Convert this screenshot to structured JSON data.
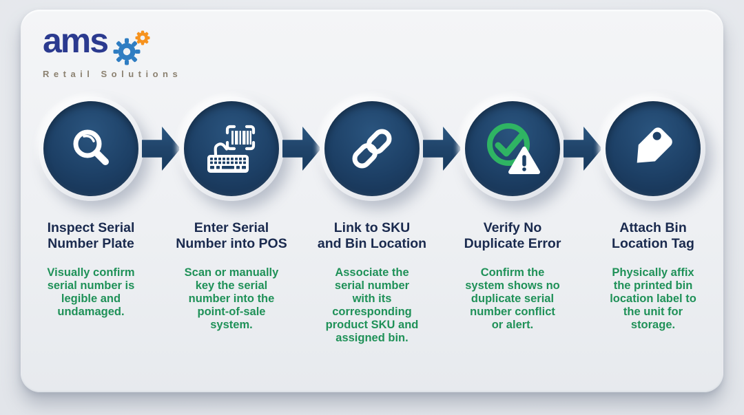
{
  "logo": {
    "text": "ams",
    "subtitle": "Retail Solutions"
  },
  "colors": {
    "navy_disc": "#1d4066",
    "navy_deep": "#152f4e",
    "title_navy": "#1a2a4e",
    "desc_green": "#1f9158",
    "check_green": "#2fb463",
    "arrow_navy": "#21456b",
    "logo_blue": "#2b3a8f",
    "gear_blue": "#2f7dc2",
    "gear_orange": "#f6921e",
    "subtitle_gray": "#8b8170"
  },
  "steps": [
    {
      "icon": "magnifier-icon",
      "title": "Inspect Serial\nNumber Plate",
      "description": "Visually confirm\nserial number is\nlegible and\nundamaged."
    },
    {
      "icon": "keyboard-barcode-icon",
      "title": "Enter Serial\nNumber into POS",
      "description": "Scan or manually\nkey the serial\nnumber into the\npoint-of-sale\nsystem."
    },
    {
      "icon": "chain-link-icon",
      "title": "Link to SKU\nand Bin Location",
      "description": "Associate the\nserial number\nwith its\ncorresponding\nproduct SKU and\nassigned bin."
    },
    {
      "icon": "check-warning-icon",
      "title": "Verify No\nDuplicate Error",
      "description": "Confirm the\nsystem shows no\nduplicate serial\nnumber conflict\nor alert."
    },
    {
      "icon": "tag-icon",
      "title": "Attach Bin\nLocation Tag",
      "description": "Physically affix\nthe printed bin\nlocation label to\nthe unit for\nstorage."
    }
  ]
}
